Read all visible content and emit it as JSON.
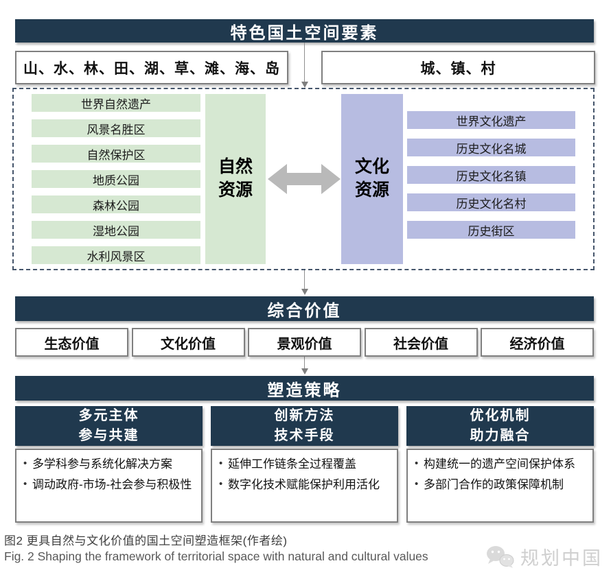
{
  "colors": {
    "header_bg": "#20394e",
    "natural_fill": "#d6e8d2",
    "cultural_fill": "#b7bce1",
    "arrow_gray": "#b9b9b9",
    "dashed_border": "#44546a",
    "box_border": "#7f7f7f"
  },
  "top": {
    "title": "特色国土空间要素",
    "natural_elements": "山、水、林、田、湖、草、滩、海、岛",
    "built_elements": "城、镇、村"
  },
  "resources": {
    "natural_label": "自然资源",
    "natural_items": [
      "世界自然遗产",
      "风景名胜区",
      "自然保护区",
      "地质公园",
      "森林公园",
      "湿地公园",
      "水利风景区"
    ],
    "cultural_label": "文化资源",
    "cultural_items": [
      "世界文化遗产",
      "历史文化名城",
      "历史文化名镇",
      "历史文化名村",
      "历史街区"
    ]
  },
  "values": {
    "title": "综合价值",
    "items": [
      "生态价值",
      "文化价值",
      "景观价值",
      "社会价值",
      "经济价值"
    ]
  },
  "strategies": {
    "title": "塑造策略",
    "columns": [
      {
        "title_lines": [
          "多元主体",
          "参与共建"
        ],
        "bullets": [
          "多学科参与系统化解决方案",
          "调动政府-市场-社会参与积极性"
        ]
      },
      {
        "title_lines": [
          "创新方法",
          "技术手段"
        ],
        "bullets": [
          "延伸工作链条全过程覆盖",
          "数字化技术赋能保护利用活化"
        ]
      },
      {
        "title_lines": [
          "优化机制",
          "助力融合"
        ],
        "bullets": [
          "构建统一的遗产空间保护体系",
          "多部门合作的政策保障机制"
        ]
      }
    ]
  },
  "caption": {
    "zh": "图2 更具自然与文化价值的国土空间塑造框架(作者绘)",
    "en": "Fig. 2  Shaping the framework of territorial space with natural and cultural values"
  },
  "watermark": {
    "text": "规划中国",
    "icon": "wechat-bubbles-icon"
  }
}
